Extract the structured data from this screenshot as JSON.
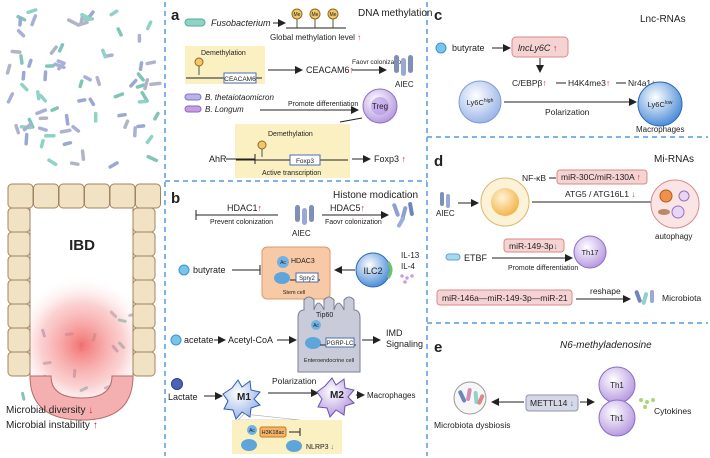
{
  "left": {
    "ibd_label": "IBD",
    "diversity_text": "Microbial diversity",
    "instability_text": "Microbial instability",
    "down_arrow": "↓",
    "up_arrow": "↑"
  },
  "panel_a": {
    "letter": "a",
    "title": "DNA methylation",
    "fusobacterium": "Fusobacterium",
    "me": "Me",
    "global_methylation": "Global methylation level",
    "demethylation": "Demethylation",
    "ceacam6_gene": "CEACAM6",
    "ceacam6": "CEACAM6",
    "favor_colonization": "Faovr  colonization",
    "aiec": "AIEC",
    "b_theta": "B. thetaiotaomicron",
    "b_longum": "B. Longum",
    "promote_diff": "Promote differentiation",
    "treg": "Treg",
    "ahr": "AhR",
    "foxp3_gene": "Foxp3",
    "foxp3": "Foxp3",
    "active_transcription": "Active transcription",
    "demethylation2": "Demethylation"
  },
  "panel_b": {
    "letter": "b",
    "title": "Histone modication",
    "hdac1": "HDAC1",
    "prevent_colonization": "Prevent colonization",
    "aiec": "AIEC",
    "hdac5": "HDAC5",
    "favor_colonization": "Faovr  colonization",
    "butyrate": "butyrate",
    "hdac3": "HDAC3",
    "ac": "Ac",
    "spry2": "Spry2",
    "stem_cell": "Stem cell",
    "ilc2": "ILC2",
    "il13": "IL-13",
    "il4": "IL-4",
    "acetate": "acetate",
    "acetyl_coa": "Acetyl-CoA",
    "tip60": "Tip60",
    "pgrp": "PGRP-LC",
    "entero": "Enteroendocrine cell",
    "imd": "IMD",
    "signaling": "Signaling",
    "lactate": "Lactate",
    "m1": "M1",
    "m2": "M2",
    "polarization": "Polarization",
    "macrophages": "Macrophages",
    "h3k18ac": "H3K18ac",
    "nlrp3": "NLRP3"
  },
  "panel_c": {
    "letter": "c",
    "title": "Lnc-RNAs",
    "butyrate": "butyrate",
    "lncly6c": "lncLy6C",
    "cebpb": "C/EBPβ",
    "h3k4me3": "H4K4me3",
    "nr4a1": "Nr4a1",
    "ly6c_high": "Ly6C",
    "ly6c_high_sup": "high",
    "ly6c_low": "Ly6C",
    "ly6c_low_sup": "low",
    "polarization": "Polarization",
    "macrophages": "Macrophages"
  },
  "panel_d": {
    "letter": "d",
    "title": "Mi-RNAs",
    "nfkb": "NF-κB",
    "mir30c": "miR-30C",
    "mir130a": "miR-130A",
    "aiec": "AIEC",
    "atg5": "ATG5",
    "atg16l1": "ATG16L1",
    "autophagy": "autophagy",
    "etbf": "ETBF",
    "mir149": "miR-149-3p",
    "th17": "Th17",
    "promote_diff": "Promote differentiation",
    "mir146a": "miR-146a",
    "mir149b": "miR-149-3p",
    "mir21": "miR-21",
    "reshape": "reshape",
    "microbiota": "Microbiota"
  },
  "panel_e": {
    "letter": "e",
    "title": "N6-methyladenosine",
    "mettl14": "METTL14",
    "th1a": "Th1",
    "th1b": "Th1",
    "cytokines": "Cytokines",
    "dysbiosis": "Microbiota dysbiosis"
  },
  "colors": {
    "dashed_border": "#7fb2e8",
    "red": "#d32424",
    "pink_box": "#f6d3d3",
    "yellow_box": "#fbf0c2",
    "cell_fill": "#f2e2c4",
    "cell_stroke": "#a08460"
  }
}
